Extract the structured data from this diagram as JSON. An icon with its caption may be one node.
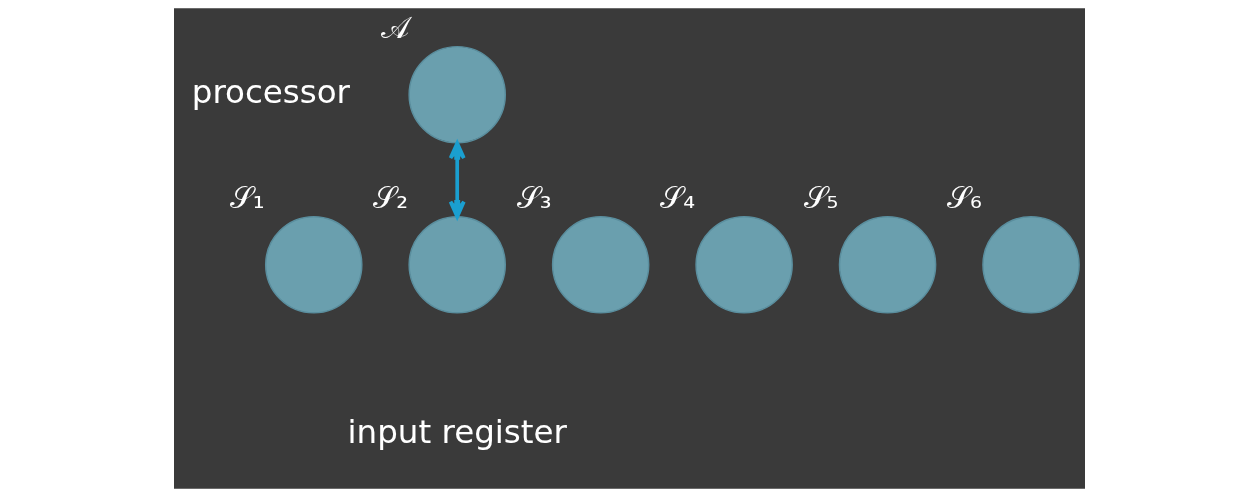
{
  "diagram": {
    "nodes": [
      {
        "text": [],
        "shape": "circle",
        "beside": [
          "𝒜"
        ]
      },
      {
        "text": [],
        "shape": "circle",
        "beside": [
          "𝒮₁"
        ]
      },
      {
        "text": [],
        "shape": "circle",
        "beside": [
          "𝒮₂"
        ]
      },
      {
        "text": [],
        "shape": "circle",
        "beside": [
          "𝒮₃"
        ]
      },
      {
        "text": [],
        "shape": "circle",
        "beside": [
          "𝒮₄"
        ]
      },
      {
        "text": [],
        "shape": "circle",
        "beside": [
          "𝒮₅"
        ]
      },
      {
        "text": [],
        "shape": "circle",
        "beside": [
          "𝒮₆"
        ]
      }
    ],
    "edges": [
      {
        "from": 0,
        "to": 2,
        "arrow": "both"
      }
    ],
    "labels": [
      "processor",
      "input register"
    ]
  }
}
